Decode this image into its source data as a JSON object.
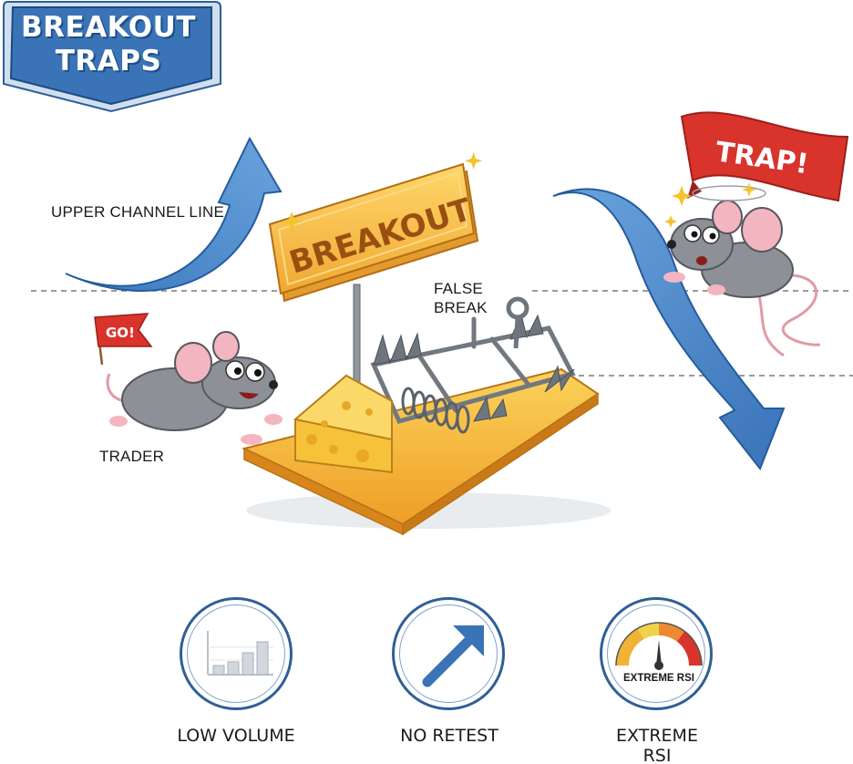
{
  "title": {
    "line1": "BREAKOUT",
    "line2": "TRAPS"
  },
  "labels": {
    "upper_channel": "UPPER CHANNEL LINE",
    "false_break_1": "FALSE",
    "false_break_2": "BREAK",
    "trader": "TRADER"
  },
  "sign": {
    "text": "BREAKOUT"
  },
  "flags": {
    "go": "GO!",
    "trap": "TRAP!"
  },
  "indicators": [
    {
      "caption": "LOW VOLUME",
      "icon": "bar-chart-icon"
    },
    {
      "caption": "NO RETEST",
      "icon": "arrow-up-right-icon"
    },
    {
      "caption_line1": "EXTREME",
      "caption_line2": "RSI",
      "inner_label": "EXTREME RSI",
      "icon": "gauge-icon"
    }
  ],
  "colors": {
    "badge_blue": "#3a73b6",
    "arrow_blue": "#4a86c8",
    "cheese_yellow": "#f6c23a",
    "sign_gold": "#f4b942",
    "trap_red": "#d8342c",
    "mouse_gray": "#8d9097",
    "circle_border": "#2f5f96"
  }
}
